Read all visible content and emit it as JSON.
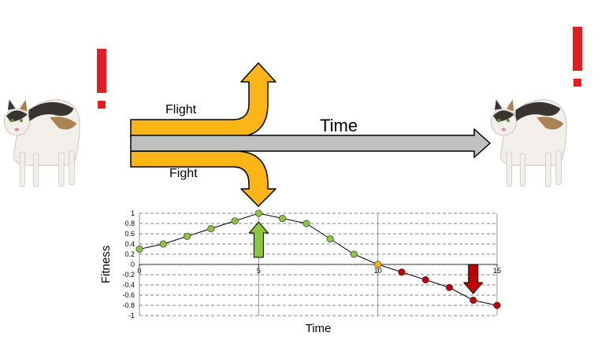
{
  "diagram": {
    "flight_label": "Flight",
    "fight_label": "Fight",
    "time_label": "Time",
    "exclamation": "!",
    "colors": {
      "response_arrow": "#fbb516",
      "response_arrow_stroke": "#000000",
      "time_arrow": "#c0c0c0",
      "exclamation": "#e02020",
      "cat_white": "#f2efea",
      "cat_dark": "#3a3430",
      "cat_tan": "#a98556"
    },
    "icons": [
      "startled-cat-icon",
      "exclamation-icon"
    ]
  },
  "chart_data": {
    "type": "line",
    "xlabel": "Time",
    "ylabel": "Fitness",
    "xlim": [
      0,
      15
    ],
    "ylim": [
      -1,
      1
    ],
    "x_ticks": [
      0,
      5,
      10,
      15
    ],
    "y_ticks": [
      "1",
      "0.8",
      "0.6",
      "0.4",
      "0.2",
      "0",
      "-0.2",
      "-0.4",
      "-0.6",
      "-0.8",
      "-1"
    ],
    "grid": "horizontal-dashed",
    "series": [
      {
        "x": [
          0,
          1,
          2,
          3,
          4,
          5,
          6,
          7,
          8,
          9,
          10,
          11,
          12,
          13,
          14,
          15
        ],
        "y": [
          0.3,
          0.4,
          0.55,
          0.7,
          0.85,
          1.0,
          0.9,
          0.8,
          0.5,
          0.2,
          0.0,
          -0.15,
          -0.3,
          -0.45,
          -0.7,
          -0.8
        ],
        "point_colors": [
          "#8cc63f",
          "#8cc63f",
          "#8cc63f",
          "#8cc63f",
          "#8cc63f",
          "#8cc63f",
          "#8cc63f",
          "#8cc63f",
          "#8cc63f",
          "#8cc63f",
          "#f5b400",
          "#c00000",
          "#c00000",
          "#c00000",
          "#c00000",
          "#c00000"
        ]
      }
    ],
    "markers": [
      {
        "x": 5,
        "direction": "up",
        "color": "#8cc63f"
      },
      {
        "x": 14,
        "direction": "down",
        "color": "#c00000"
      }
    ]
  }
}
